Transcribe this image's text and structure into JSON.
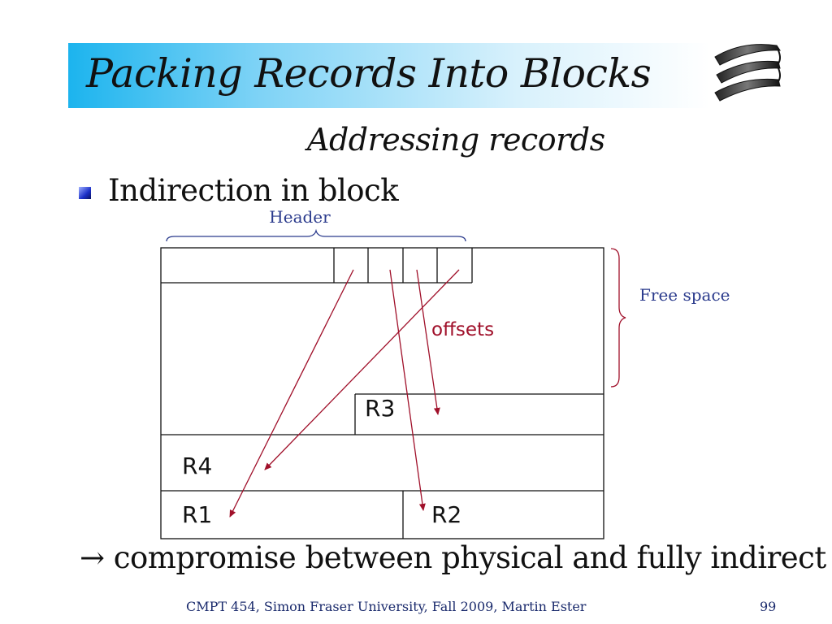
{
  "slide": {
    "title": "Packing Records Into Blocks",
    "subtitle": "Addressing records",
    "bullet": "Indirection in block",
    "conclusion_arrow": "→",
    "conclusion": "compromise between physical and fully indirect",
    "footer": "CMPT 454, Simon Fraser University, Fall 2009, Martin Ester",
    "page_number": "99"
  },
  "diagram": {
    "header_label": "Header",
    "free_space_label": "Free space",
    "offsets_label": "offsets",
    "records": {
      "r1": "R1",
      "r2": "R2",
      "r3": "R3",
      "r4": "R4"
    }
  },
  "colors": {
    "title_gradient_start": "#1cb4ee",
    "annotation_blue": "#2a3a8c",
    "arrow_red": "#a0102a",
    "footer_blue": "#1a2a6c"
  },
  "icons": {
    "logo": "disk-stack-icon",
    "bullet": "square-bullet-icon"
  }
}
